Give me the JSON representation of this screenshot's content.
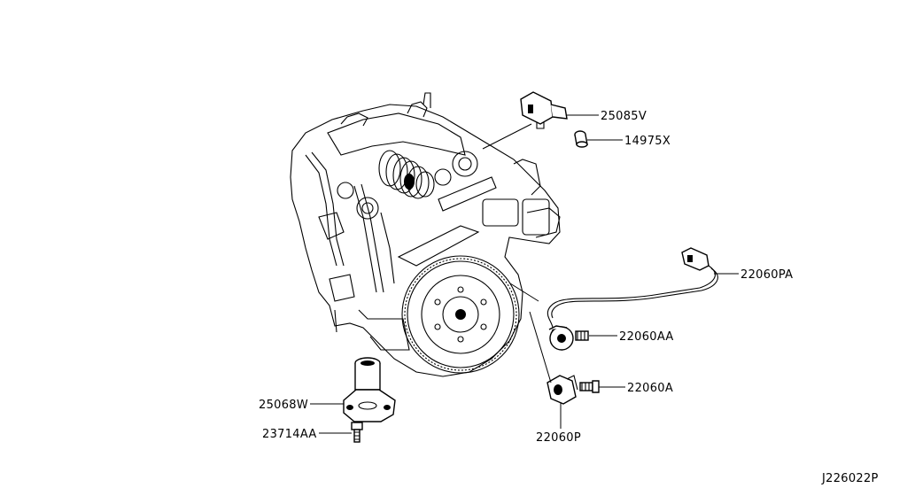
{
  "diagram": {
    "drawing_id": "J226022P",
    "parts": {
      "sensor_connector": "25085V",
      "oring": "14975X",
      "sensor_harness": "22060PA",
      "knock_sensor_bolt": "22060AA",
      "sensor_bolt": "22060A",
      "position_sensor": "22060P",
      "oil_pressure_switch": "25068W",
      "mount_bolt": "23714AA"
    }
  }
}
